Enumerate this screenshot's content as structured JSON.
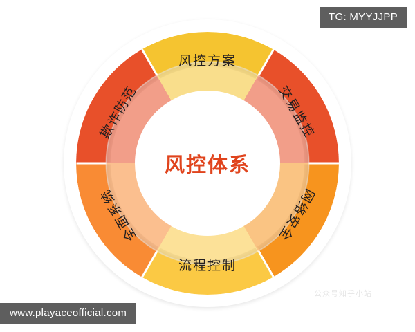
{
  "overlays": {
    "tg_badge": "TG: MYYJJPP",
    "url_badge": "www.playaceofficial.com",
    "watermark": "公众号知乎小站"
  },
  "chart_data": {
    "type": "pie",
    "title": "风控体系",
    "center_label": "风控体系",
    "center_color": "#e0441d",
    "xlabel": "",
    "ylabel": "",
    "legend_position": "none",
    "grid": false,
    "hole_ratio": 0.55,
    "categories": [
      "风控方案",
      "交易监控",
      "网络安全",
      "流程控制",
      "全面系统",
      "欺诈防范"
    ],
    "values": [
      60,
      60,
      60,
      60,
      60,
      60
    ],
    "colors": [
      "#f5c430",
      "#e8502a",
      "#f7941e",
      "#fbc944",
      "#f98b34",
      "#e8502a"
    ],
    "segments": [
      {
        "label": "风控方案",
        "color": "#f5c430",
        "start_angle": -30,
        "end_angle": 30,
        "value": 60,
        "label_rotation": 0,
        "label_radius": 148
      },
      {
        "label": "交易监控",
        "color": "#e8502a",
        "start_angle": 30,
        "end_angle": 90,
        "value": 60,
        "label_rotation": 60,
        "label_radius": 148
      },
      {
        "label": "网络安全",
        "color": "#f7941e",
        "start_angle": 90,
        "end_angle": 150,
        "value": 60,
        "label_rotation": 120,
        "label_radius": 148
      },
      {
        "label": "流程控制",
        "color": "#fbc944",
        "start_angle": 150,
        "end_angle": 210,
        "value": 60,
        "label_rotation": 0,
        "label_radius": 148
      },
      {
        "label": "全面系统",
        "color": "#f98b34",
        "start_angle": 210,
        "end_angle": 270,
        "value": 60,
        "label_rotation": -120,
        "label_radius": 148
      },
      {
        "label": "欺诈防范",
        "color": "#e8502a",
        "start_angle": 270,
        "end_angle": 330,
        "value": 60,
        "label_rotation": -60,
        "label_radius": 148
      }
    ]
  }
}
